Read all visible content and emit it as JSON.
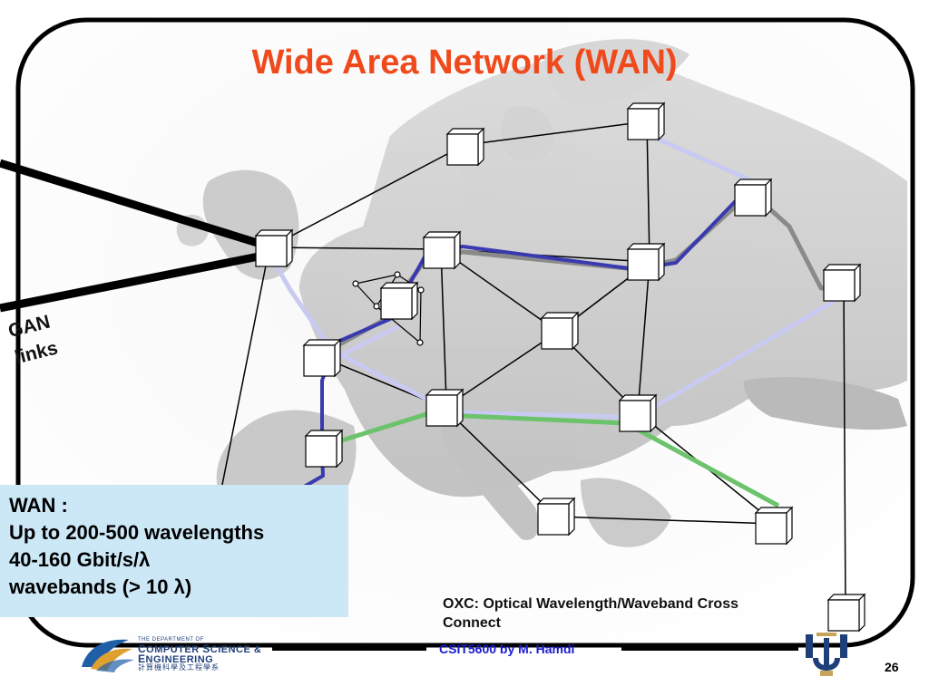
{
  "slide": {
    "title": "Wide Area Network (WAN)",
    "page_number": "26",
    "footer": "CSIT5600 by M. Hamdi"
  },
  "gan_label": {
    "line1": "GAN",
    "line2": "links"
  },
  "wan_info": {
    "line1": "WAN :",
    "line2": "Up to 200-500 wavelengths",
    "line3": "40-160 Gbit/s/λ",
    "line4": "wavebands (> 10 λ)"
  },
  "legend": {
    "caption_line1": "OXC: Optical Wavelength/Waveband Cross",
    "caption_line2": "Connect"
  },
  "department_logo": {
    "line1": "THE DEPARTMENT OF",
    "line2_cap1": "C",
    "line2_rest1": "OMPUTER ",
    "line2_cap2": "S",
    "line2_rest2": "CIENCE &",
    "line3_cap": "E",
    "line3_rest": "NGINEERING",
    "line4": "計算機科學及工程學系"
  },
  "colors": {
    "title": "#f04a1c",
    "wan_box": "#cce8f7",
    "lightpath_light_blue": "#c8caf2",
    "lightpath_dark_blue": "#3a3ab0",
    "lightpath_gray": "#8a8a8a",
    "lightpath_green": "#6cc36c",
    "footer_text": "#1a1ad0"
  },
  "icons": [
    "oxc-node-cube",
    "department-logo",
    "university-logo"
  ]
}
